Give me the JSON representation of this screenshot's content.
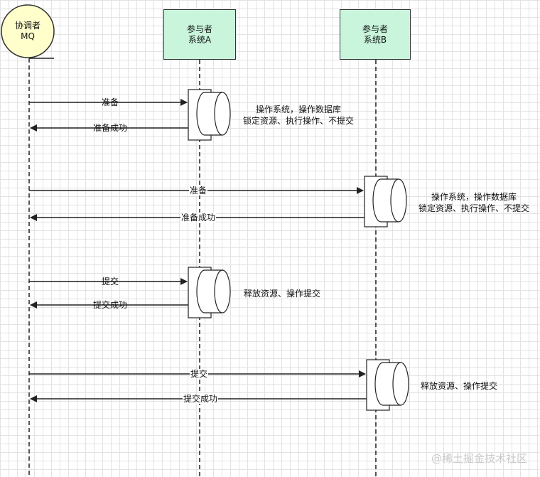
{
  "coordinator": {
    "line1": "协调者",
    "line2": "MQ"
  },
  "participant_a": {
    "line1": "参与者",
    "line2": "系统A"
  },
  "participant_b": {
    "line1": "参与者",
    "line2": "系统B"
  },
  "messages": [
    {
      "label": "准备"
    },
    {
      "label": "准备成功"
    },
    {
      "label": "准备"
    },
    {
      "label": "准备成功"
    },
    {
      "label": "提交"
    },
    {
      "label": "提交成功"
    },
    {
      "label": "提交"
    },
    {
      "label": "提交成功"
    }
  ],
  "notes": [
    {
      "line1": "操作系统，操作数据库",
      "line2": "锁定资源、执行操作、不提交"
    },
    {
      "line1": "操作系统，操作数据库",
      "line2": "锁定资源、执行操作、不提交"
    },
    {
      "line1": "释放资源、操作提交"
    },
    {
      "line1": "释放资源、操作提交"
    }
  ],
  "watermark": "@稀土掘金技术社区",
  "colors": {
    "participant_fill": "#c8f5dc",
    "coordinator_fill": "#ffffcc",
    "line": "#333333"
  }
}
